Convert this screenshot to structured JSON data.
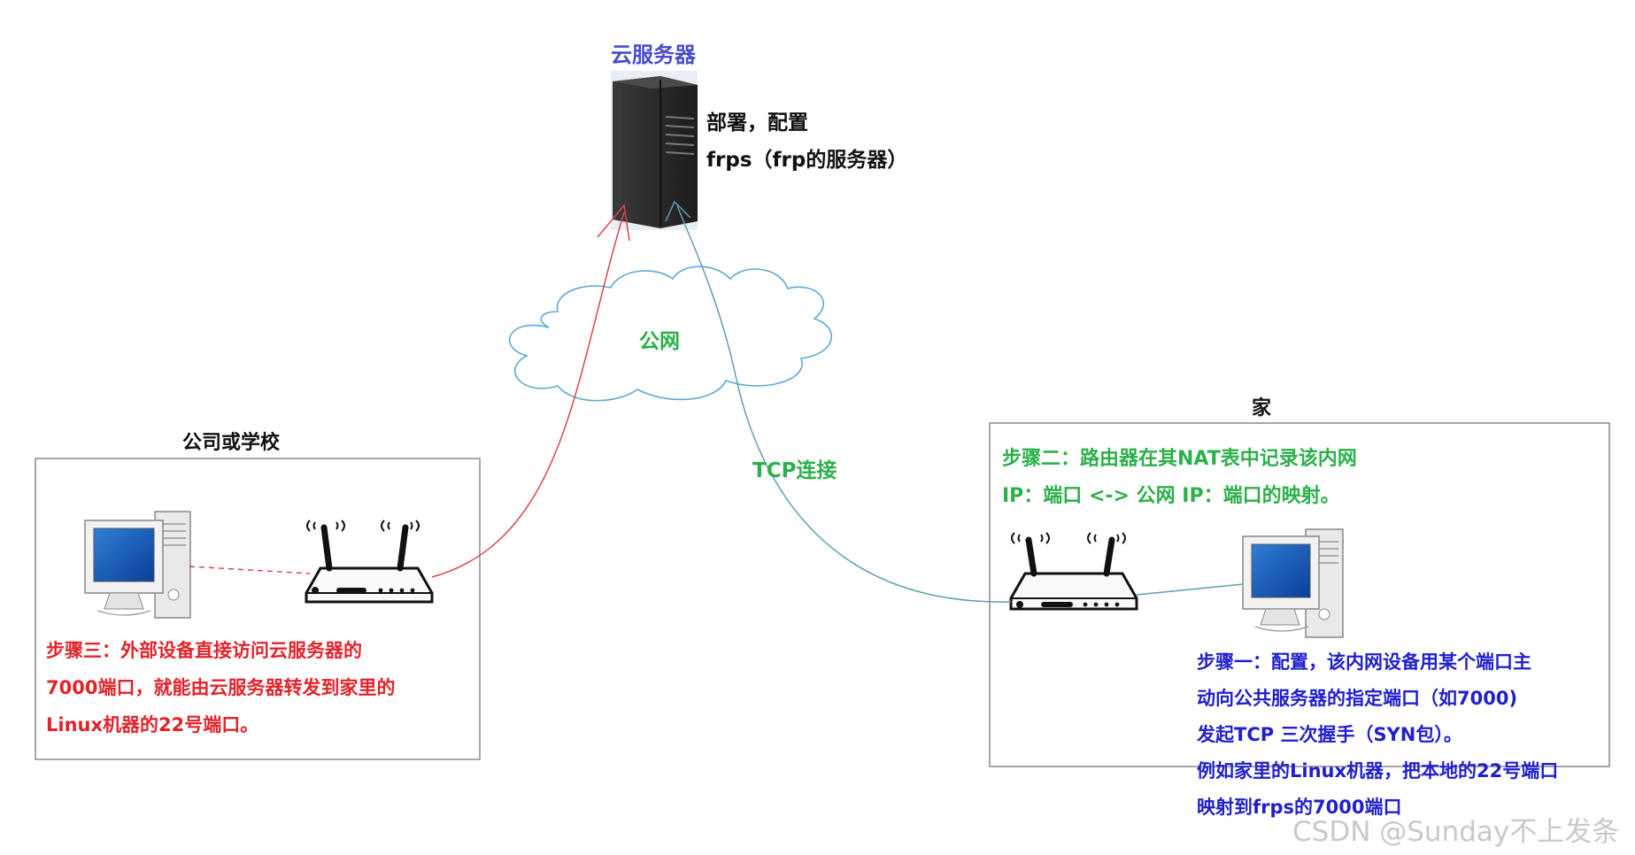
{
  "server": {
    "title": "云服务器",
    "note_line1": "部署，配置",
    "note_line2": "frps（frp的服务器）"
  },
  "cloud": {
    "label": "公网"
  },
  "tcp_label": "TCP连接",
  "company": {
    "title": "公司或学校",
    "step3_lines": [
      "步骤三：外部设备直接访问云服务器的",
      "7000端口，就能由云服务器转发到家里的",
      "Linux机器的22号端口。"
    ]
  },
  "home": {
    "title": "家",
    "step2_lines": [
      "步骤二：路由器在其NAT表中记录该内网",
      "IP：端口 <-> 公网 IP：端口的映射。"
    ],
    "step1_lines": [
      "步骤一：配置，该内网设备用某个端口主",
      "动向公共服务器的指定端口（如7000)",
      "发起TCP 三次握手（SYN包）。",
      "例如家里的Linux机器，把本地的22号端口",
      "映射到frps的7000端口"
    ]
  },
  "watermark": "CSDN @Sunday不上发条",
  "colors": {
    "red_line": "#d9464c",
    "blue_line": "#5d9fb0",
    "cloud_stroke": "#5ea9d4",
    "box_border": "#8a8a8a"
  }
}
